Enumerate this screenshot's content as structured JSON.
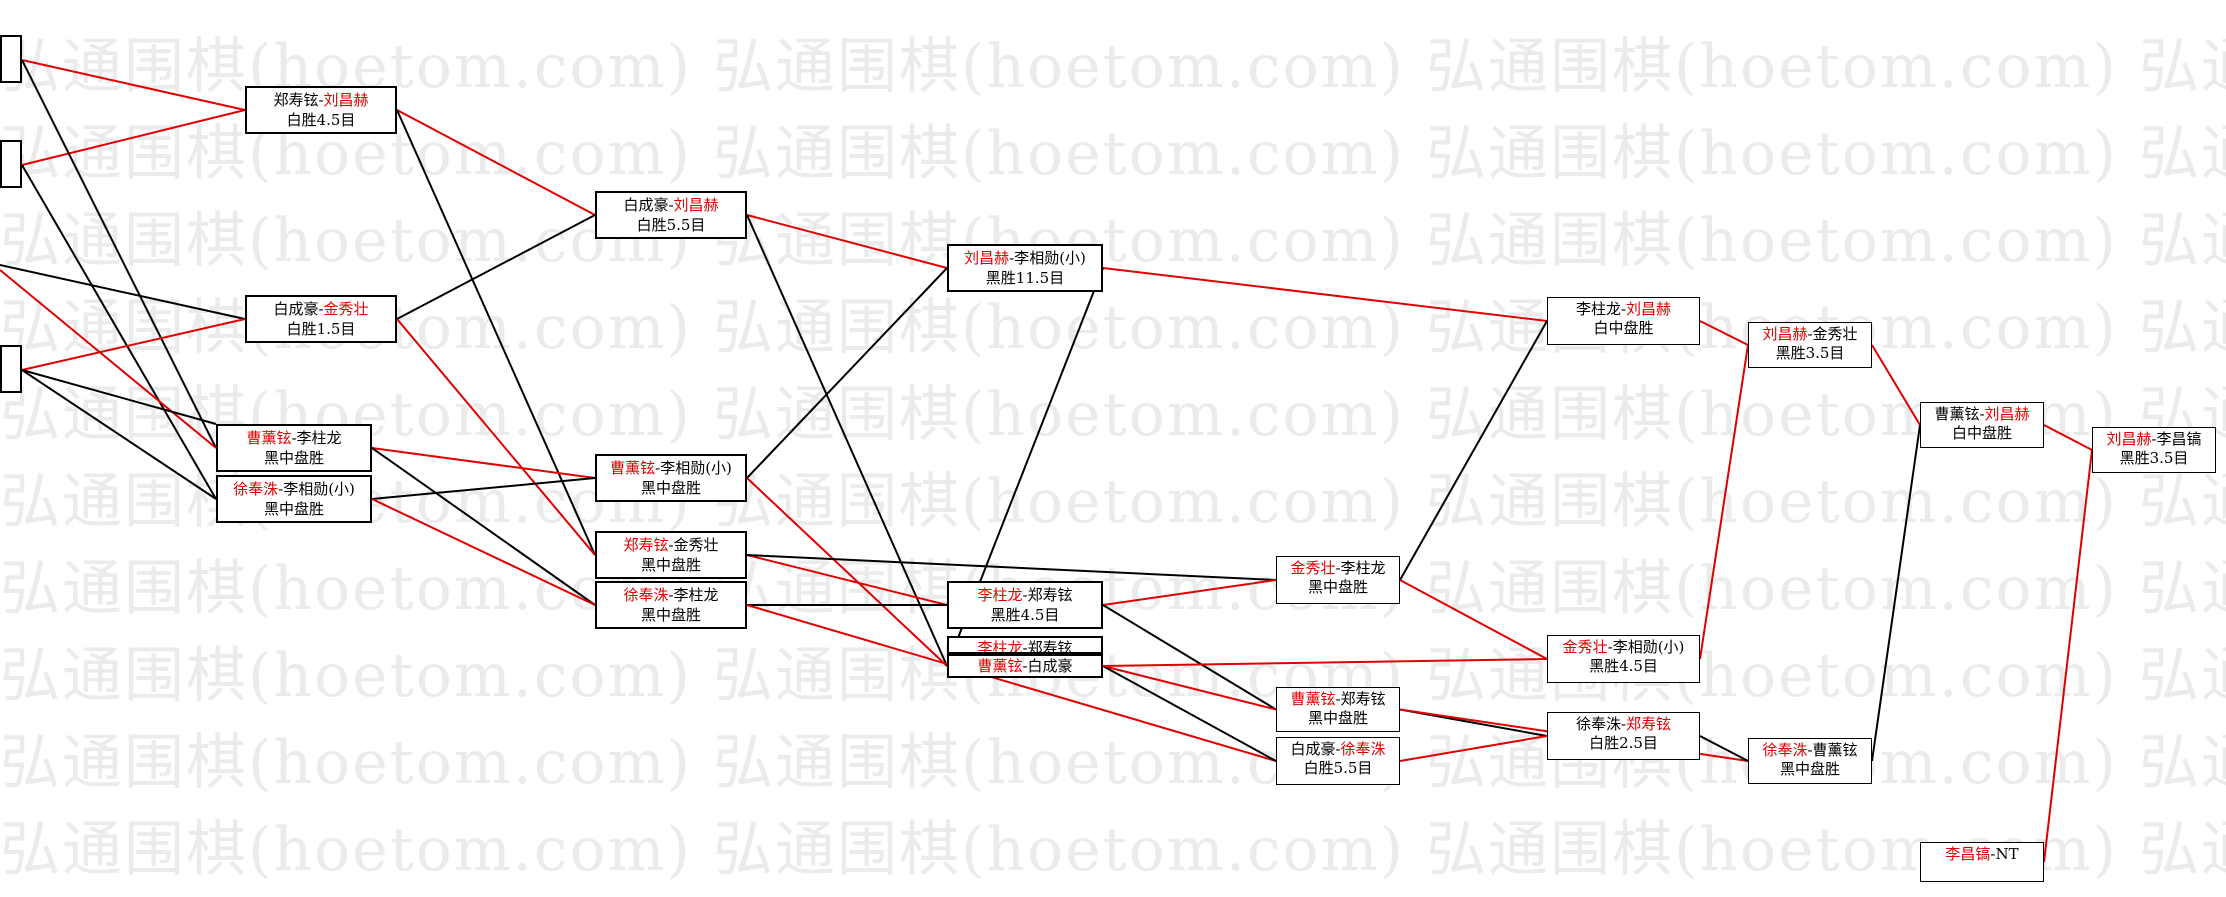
{
  "watermark": {
    "text": "弘通围棋(hoetom.com)"
  },
  "colors": {
    "win_line": "#e00000",
    "loss_line": "#000000",
    "winner_text": "#e00000",
    "watermark": "#ebebeb"
  },
  "nodes": [
    {
      "id": "r2a",
      "p1": "郑寿铉",
      "p2": "刘昌赫",
      "winner": 2,
      "result": "白胜4.5目",
      "thick": true
    },
    {
      "id": "r2b",
      "p1": "白成豪",
      "p2": "金秀壮",
      "winner": 2,
      "result": "白胜1.5目",
      "thick": true
    },
    {
      "id": "r2c",
      "p1": "曹薰铉",
      "p2": "李柱龙",
      "winner": 1,
      "result": "黑中盘胜",
      "thick": true
    },
    {
      "id": "r2d",
      "p1": "徐奉洙",
      "p2": "李相勋(小)",
      "winner": 1,
      "result": "黑中盘胜",
      "thick": true
    },
    {
      "id": "r3a",
      "p1": "白成豪",
      "p2": "刘昌赫",
      "winner": 2,
      "result": "白胜5.5目",
      "thick": true
    },
    {
      "id": "r3b",
      "p1": "曹薰铉",
      "p2": "李相勋(小)",
      "winner": 1,
      "result": "黑中盘胜",
      "thick": true
    },
    {
      "id": "r3c",
      "p1": "郑寿铉",
      "p2": "金秀壮",
      "winner": 1,
      "result": "黑中盘胜",
      "thick": true
    },
    {
      "id": "r3d",
      "p1": "徐奉洙",
      "p2": "李柱龙",
      "winner": 1,
      "result": "黑中盘胜",
      "thick": true
    },
    {
      "id": "r4a",
      "p1": "刘昌赫",
      "p2": "李相勋(小)",
      "winner": 1,
      "result": "黑胜11.5目",
      "thick": true
    },
    {
      "id": "r4b",
      "p1": "李柱龙",
      "p2": "郑寿铉",
      "winner": 1,
      "result": "黑胜4.5目",
      "thick": true
    },
    {
      "id": "r4c",
      "p1": "李柱龙",
      "p2": "郑寿铉",
      "winner": 1,
      "result": "",
      "thick": true
    },
    {
      "id": "r4d",
      "p1": "曹薰铉",
      "p2": "白成豪",
      "winner": 1,
      "result": "黑中盘胜",
      "thick": true
    },
    {
      "id": "r5a",
      "p1": "金秀壮",
      "p2": "李柱龙",
      "winner": 1,
      "result": "黑中盘胜",
      "thick": false
    },
    {
      "id": "r5b",
      "p1": "曹薰铉",
      "p2": "郑寿铉",
      "winner": 1,
      "result": "黑中盘胜",
      "thick": false
    },
    {
      "id": "r5c",
      "p1": "白成豪",
      "p2": "徐奉洙",
      "winner": 2,
      "result": "白胜5.5目",
      "thick": false
    },
    {
      "id": "r6a",
      "p1": "李柱龙",
      "p2": "刘昌赫",
      "winner": 2,
      "result": "白中盘胜",
      "thick": false
    },
    {
      "id": "r6b",
      "p1": "金秀壮",
      "p2": "李相勋(小)",
      "winner": 1,
      "result": "黑胜4.5目",
      "thick": false
    },
    {
      "id": "r6c",
      "p1": "徐奉洙",
      "p2": "郑寿铉",
      "winner": 2,
      "result": "白胜2.5目",
      "thick": false
    },
    {
      "id": "r7a",
      "p1": "刘昌赫",
      "p2": "金秀壮",
      "winner": 1,
      "result": "黑胜3.5目",
      "thick": false
    },
    {
      "id": "r7b",
      "p1": "徐奉洙",
      "p2": "曹薰铉",
      "winner": 1,
      "result": "黑中盘胜",
      "thick": false
    },
    {
      "id": "r8a",
      "p1": "曹薰铉",
      "p2": "刘昌赫",
      "winner": 2,
      "result": "白中盘胜",
      "thick": false
    },
    {
      "id": "r9a",
      "p1": "刘昌赫",
      "p2": "李昌镐",
      "winner": 1,
      "result": "黑胜3.5目",
      "thick": false
    },
    {
      "id": "bye",
      "p1": "李昌镐",
      "p2": "NT",
      "winner": 1,
      "result": "",
      "thick": false
    }
  ],
  "edges": [
    {
      "from": "r2a",
      "to": "r3a",
      "color": "red"
    },
    {
      "from": "r2a",
      "to": "r3c",
      "color": "black"
    },
    {
      "from": "r2b",
      "to": "r3a",
      "color": "black"
    },
    {
      "from": "r2b",
      "to": "r3c",
      "color": "red"
    },
    {
      "from": "r2c",
      "to": "r3b",
      "color": "red"
    },
    {
      "from": "r2c",
      "to": "r3d",
      "color": "black"
    },
    {
      "from": "r2d",
      "to": "r3b",
      "color": "black"
    },
    {
      "from": "r2d",
      "to": "r3d",
      "color": "red"
    },
    {
      "from": "r3a",
      "to": "r4a",
      "color": "red"
    },
    {
      "from": "r3a",
      "to": "r4d",
      "color": "black"
    },
    {
      "from": "r3b",
      "to": "r4a",
      "color": "black"
    },
    {
      "from": "r3b",
      "to": "r4d",
      "color": "red"
    },
    {
      "from": "r3c",
      "to": "r4b",
      "color": "red"
    },
    {
      "from": "r3c",
      "to": "r5a",
      "color": "black"
    },
    {
      "from": "r3d",
      "to": "r4b",
      "color": "black"
    },
    {
      "from": "r3d",
      "to": "r5c",
      "color": "red"
    },
    {
      "from": "r4a",
      "to": "r6a",
      "color": "red"
    },
    {
      "from": "r4a",
      "to": "r4d",
      "color": "black"
    },
    {
      "from": "r4b",
      "to": "r5a",
      "color": "red"
    },
    {
      "from": "r4b",
      "to": "r5b",
      "color": "black"
    },
    {
      "from": "r4d",
      "to": "r5b",
      "color": "red"
    },
    {
      "from": "r4d",
      "to": "r5c",
      "color": "black"
    },
    {
      "from": "r4d",
      "to": "r6b",
      "color": "red"
    },
    {
      "from": "r5a",
      "to": "r6a",
      "color": "black"
    },
    {
      "from": "r5a",
      "to": "r6b",
      "color": "red"
    },
    {
      "from": "r5b",
      "to": "r6c",
      "color": "black"
    },
    {
      "from": "r5b",
      "to": "r7b",
      "color": "red"
    },
    {
      "from": "r5c",
      "to": "r6c",
      "color": "red"
    },
    {
      "from": "r6a",
      "to": "r7a",
      "color": "red"
    },
    {
      "from": "r6b",
      "to": "r7a",
      "color": "red"
    },
    {
      "from": "r6c",
      "to": "r7b",
      "color": "black"
    },
    {
      "from": "r7a",
      "to": "r8a",
      "color": "red"
    },
    {
      "from": "r7b",
      "to": "r8a",
      "color": "black"
    },
    {
      "from": "r8a",
      "to": "r9a",
      "color": "red"
    },
    {
      "from": "bye",
      "to": "r9a",
      "color": "red"
    }
  ]
}
